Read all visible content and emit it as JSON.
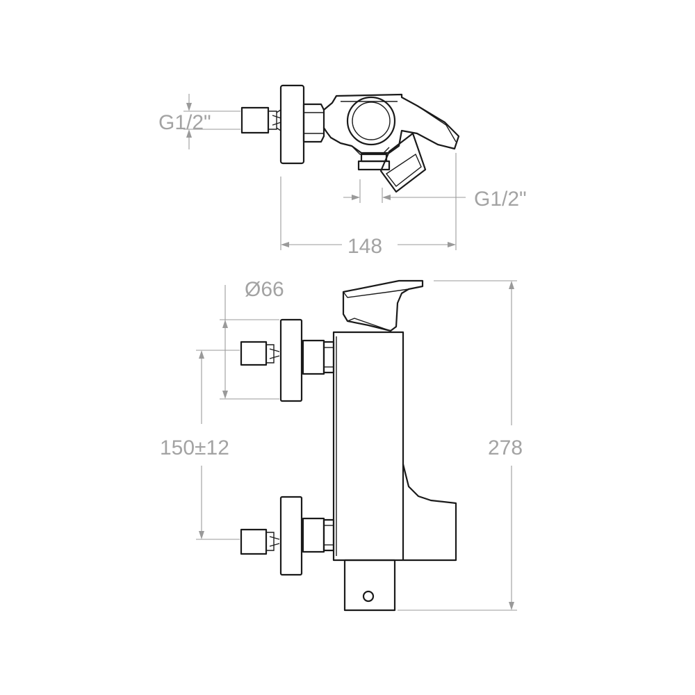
{
  "drawing": {
    "top_view": {
      "inlet_thread_label": "G1/2\"",
      "outlet_thread_label": "G1/2\"",
      "width_label": "148"
    },
    "front_view": {
      "flange_diameter_label": "Ø66",
      "inlet_spacing_label": "150±12",
      "height_label": "278"
    },
    "colors": {
      "outline": "#1a1a1a",
      "dimension": "#9a9a9a",
      "background": "#ffffff"
    }
  }
}
